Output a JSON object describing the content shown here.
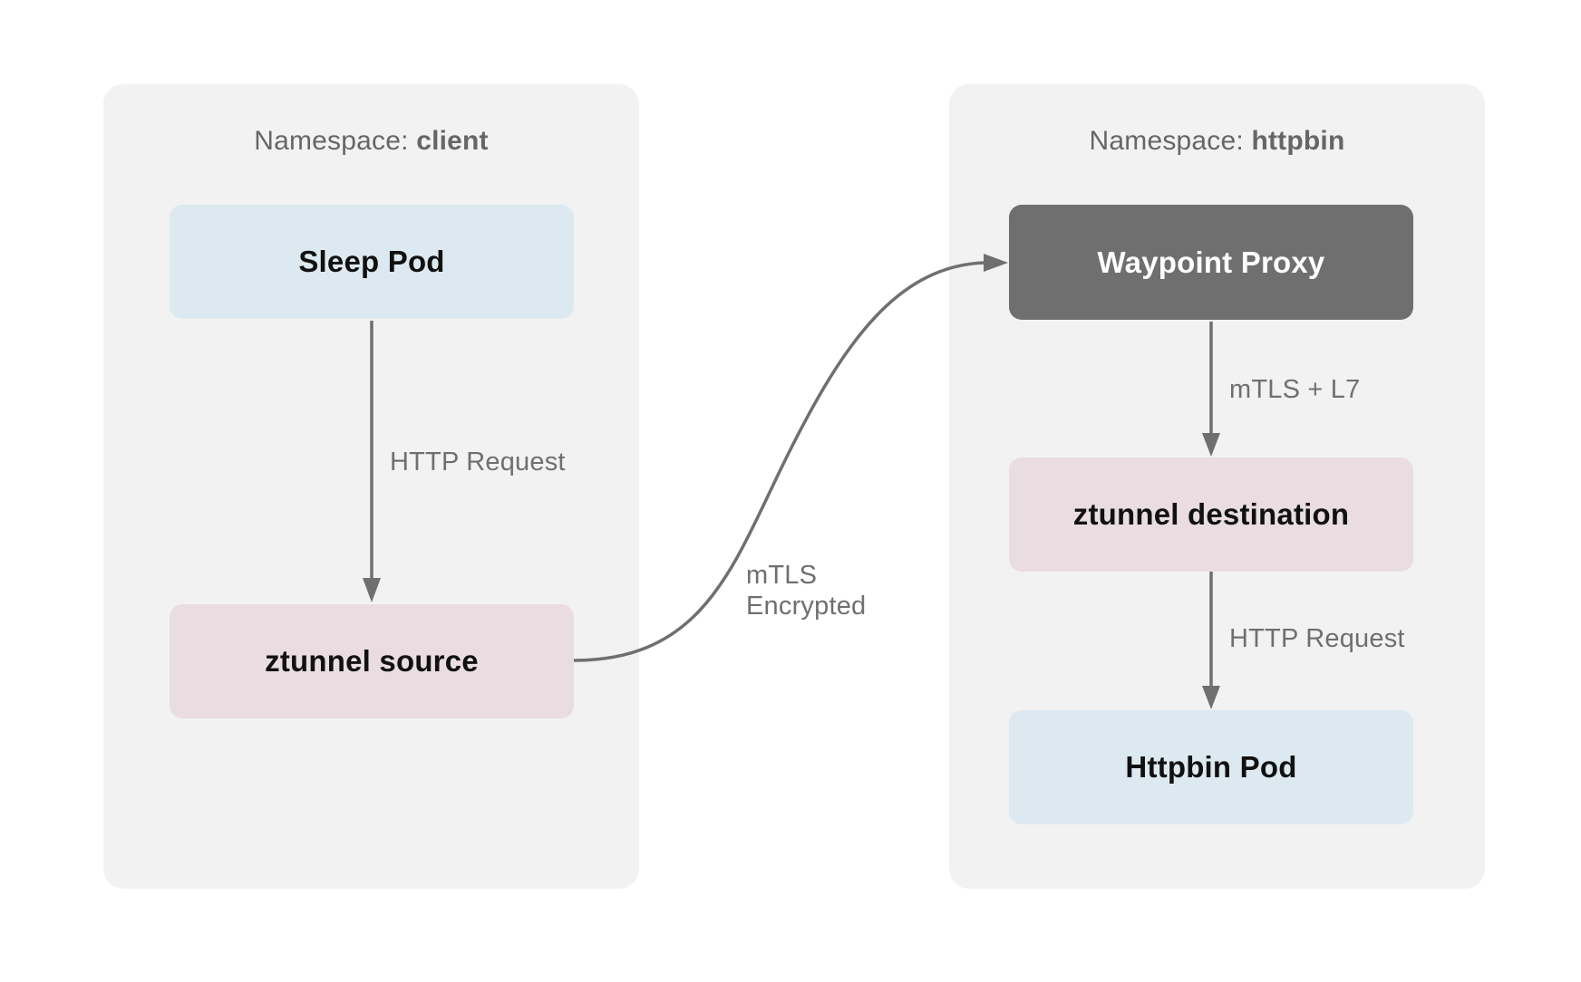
{
  "namespaces": {
    "client": {
      "prefix": "Namespace: ",
      "name": "client"
    },
    "httpbin": {
      "prefix": "Namespace: ",
      "name": "httpbin"
    }
  },
  "nodes": {
    "sleep_pod": "Sleep Pod",
    "ztunnel_source": "ztunnel source",
    "waypoint_proxy": "Waypoint Proxy",
    "ztunnel_destination": "ztunnel destination",
    "httpbin_pod": "Httpbin Pod"
  },
  "edges": {
    "sleep_to_ztunnel_source": "HTTP Request",
    "ztunnel_source_to_waypoint": {
      "line1": "mTLS",
      "line2": "Encrypted"
    },
    "waypoint_to_ztunnel_destination": "mTLS + L7",
    "ztunnel_destination_to_httpbin": "HTTP Request"
  },
  "colors": {
    "namespace_bg": "#f2f2f2",
    "pod_bg": "#dde9f0",
    "ztunnel_bg": "#e9dde2",
    "waypoint_bg": "#6f6f6f",
    "arrow": "#6f6f6f"
  }
}
